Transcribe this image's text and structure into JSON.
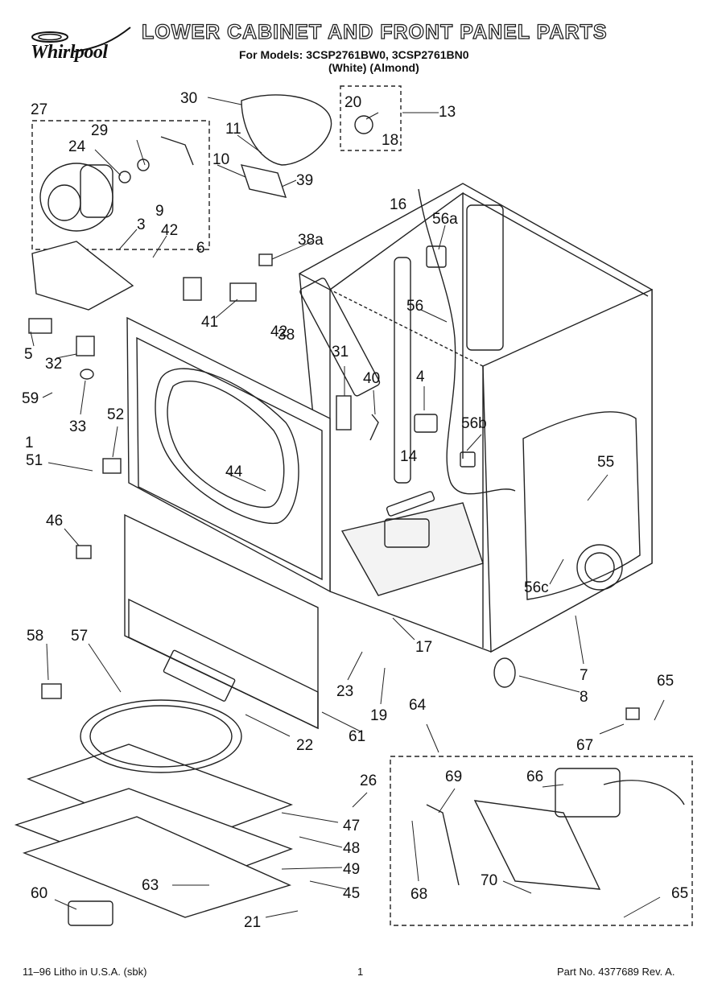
{
  "brand": "Whirlpool",
  "title": "LOWER CABINET AND FRONT PANEL PARTS",
  "models_line": "For Models: 3CSP2761BW0, 3CSP2761BN0",
  "colors_line": "(White)    (Almond)",
  "callouts": {
    "c27": "27",
    "c29": "29",
    "c24": "24",
    "c9": "9",
    "c3": "3",
    "c42a": "42",
    "c30": "30",
    "c11": "11",
    "c10": "10",
    "c39": "39",
    "c20": "20",
    "c13": "13",
    "c18": "18",
    "c16": "16",
    "c56a": "56a",
    "c6": "6",
    "c38a": "38a",
    "c41": "41",
    "c42b": "42",
    "c38": "38",
    "c56": "56",
    "c5": "5",
    "c32": "32",
    "c59": "59",
    "c33": "33",
    "c1": "1",
    "c52": "52",
    "c51": "51",
    "c31": "31",
    "c40": "40",
    "c4": "4",
    "c56b": "56b",
    "c14": "14",
    "c55": "55",
    "c44": "44",
    "c46": "46",
    "c56c": "56c",
    "c17": "17",
    "c58": "58",
    "c57": "57",
    "c7": "7",
    "c8": "8",
    "c23": "23",
    "c19": "19",
    "c65a": "65",
    "c64": "64",
    "c67": "67",
    "c22": "22",
    "c61": "61",
    "c26": "26",
    "c69": "69",
    "c66": "66",
    "c47": "47",
    "c48": "48",
    "c49": "49",
    "c45": "45",
    "c60": "60",
    "c63": "63",
    "c68": "68",
    "c70": "70",
    "c21": "21",
    "c65b": "65"
  },
  "footer": {
    "left": "11–96 Litho in U.S.A. (sbk)",
    "page": "1",
    "right": "Part No. 4377689 Rev. A."
  }
}
